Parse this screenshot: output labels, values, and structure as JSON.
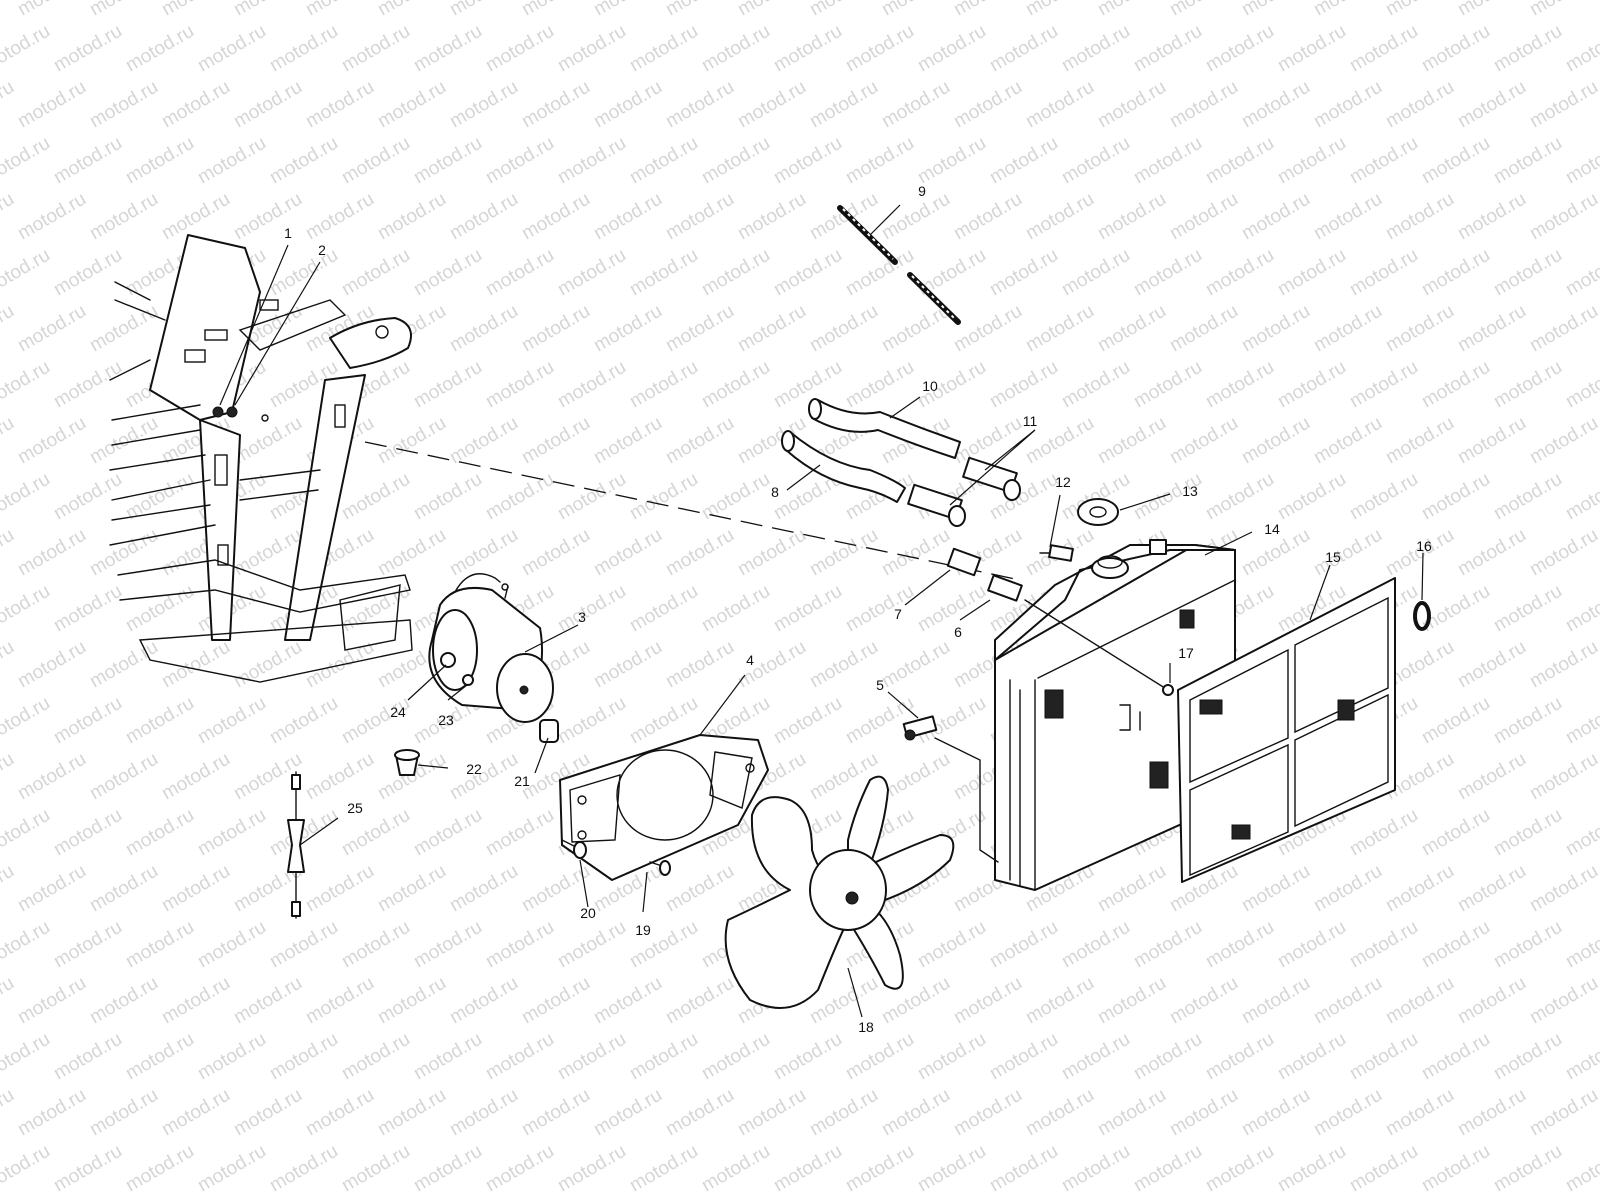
{
  "watermark": {
    "text": "motod.ru"
  },
  "callouts": [
    {
      "id": "1",
      "label": "1"
    },
    {
      "id": "2",
      "label": "2"
    },
    {
      "id": "3",
      "label": "3"
    },
    {
      "id": "4",
      "label": "4"
    },
    {
      "id": "5",
      "label": "5"
    },
    {
      "id": "6",
      "label": "6"
    },
    {
      "id": "7",
      "label": "7"
    },
    {
      "id": "8",
      "label": "8"
    },
    {
      "id": "9",
      "label": "9"
    },
    {
      "id": "10",
      "label": "10"
    },
    {
      "id": "11",
      "label": "11"
    },
    {
      "id": "12",
      "label": "12"
    },
    {
      "id": "13",
      "label": "13"
    },
    {
      "id": "14",
      "label": "14"
    },
    {
      "id": "15",
      "label": "15"
    },
    {
      "id": "16",
      "label": "16"
    },
    {
      "id": "17",
      "label": "17"
    },
    {
      "id": "18",
      "label": "18"
    },
    {
      "id": "19",
      "label": "19"
    },
    {
      "id": "20",
      "label": "20"
    },
    {
      "id": "21",
      "label": "21"
    },
    {
      "id": "22",
      "label": "22"
    },
    {
      "id": "23",
      "label": "23"
    },
    {
      "id": "24",
      "label": "24"
    },
    {
      "id": "25",
      "label": "25"
    }
  ]
}
